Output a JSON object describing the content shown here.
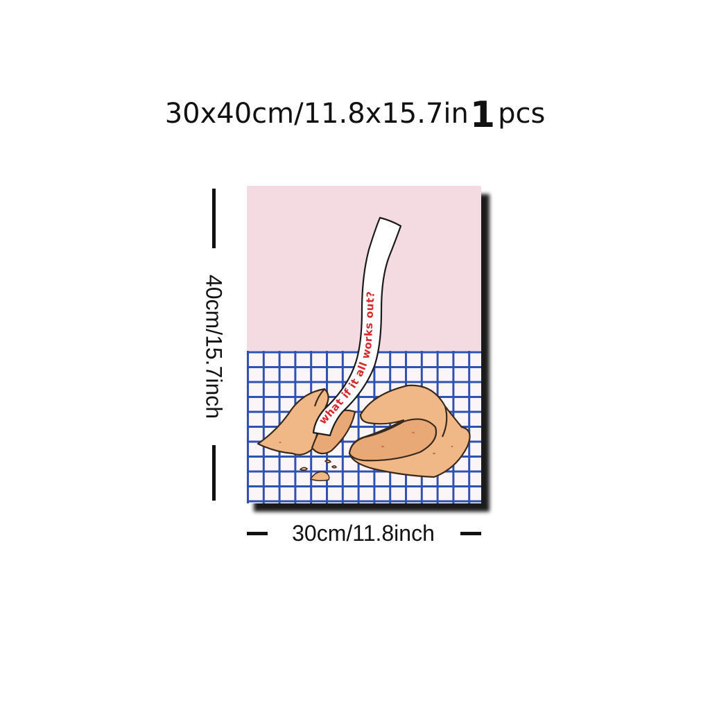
{
  "header": {
    "size_text": "30x40cm/11.8x15.7in",
    "quantity": "1",
    "quantity_unit": "pcs"
  },
  "dimensions": {
    "height_label": "40cm/15.7inch",
    "width_label": "30cm/11.8inch"
  },
  "poster": {
    "fortune_text": "what if it all works out?",
    "colors": {
      "wall": "#f4dbe1",
      "tablecloth": "#fbf5f7",
      "grid": "#2f52b0",
      "cookie": "#f1b887",
      "cookie_outline": "#3a2a1e",
      "fortune_text": "#d8262b"
    },
    "icons": [
      "fortune-cookie-icon",
      "paper-strip-icon"
    ]
  }
}
